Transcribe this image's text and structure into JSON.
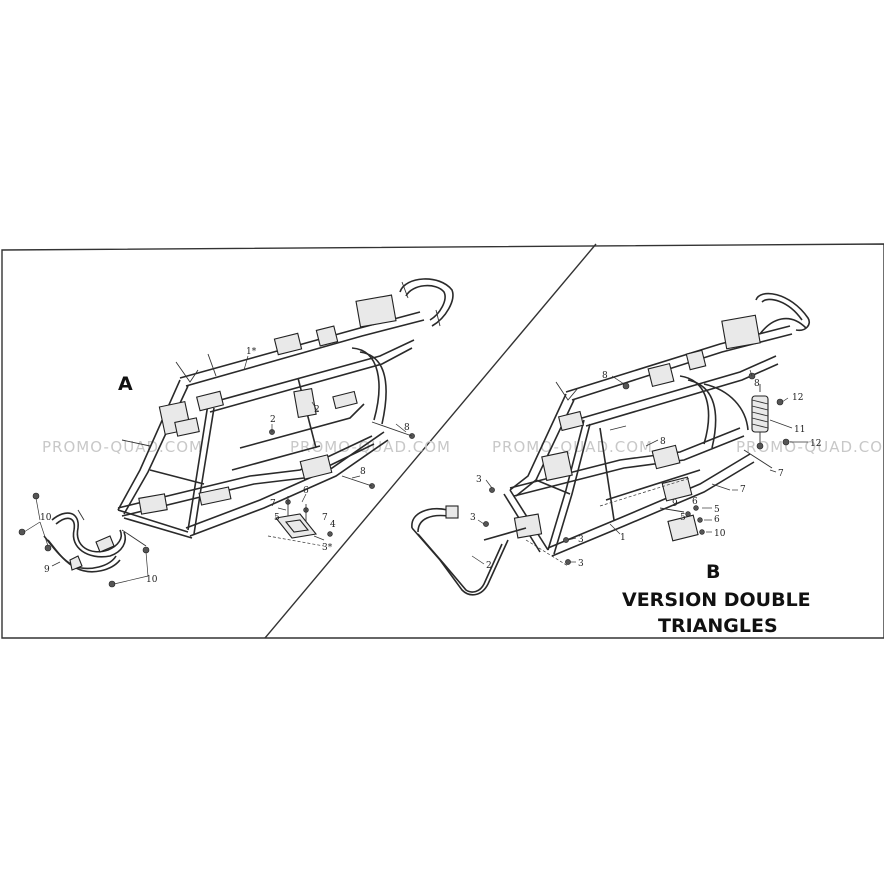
{
  "version_a": {
    "letter": "A"
  },
  "version_b": {
    "letter": "B",
    "title_line1": "VERSION DOUBLE",
    "title_line2": "TRIANGLES"
  },
  "watermark": {
    "text": "PROMO-QUAD.COM",
    "color": "#c8c8c8"
  },
  "labels_a": {
    "frame": "1*",
    "bolt_top": "2",
    "bolt_mid": "2",
    "mount_bracket": "3*",
    "nut_4": "4",
    "washer_5": "5",
    "bolt_6": "6",
    "bolt_7": "7",
    "bolt_7b": "7",
    "bolt_8": "8",
    "bolt_8b": "8",
    "bumper": "9",
    "bolt_10": "10",
    "bolt_10b": "10"
  },
  "labels_b": {
    "frame": "1",
    "bumper": "2",
    "bolt_3a": "3",
    "bolt_3b": "3",
    "bolt_3c": "3",
    "bolt_3d": "3",
    "washer_5": "5",
    "washer_5b": "5",
    "nut_6": "6",
    "nut_6b": "6",
    "bolt_7": "7",
    "bolt_7b": "7",
    "bolt_8": "8",
    "bolt_8b": "8",
    "bolt_8c": "8",
    "bracket_9": "9",
    "bolt_10": "10",
    "shock_11": "11",
    "bolt_12": "12",
    "bolt_12b": "12"
  }
}
